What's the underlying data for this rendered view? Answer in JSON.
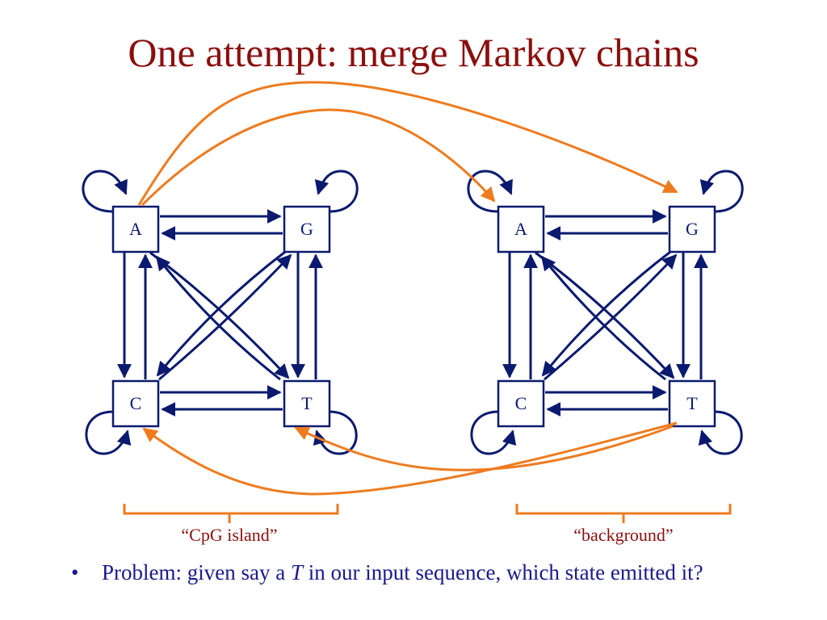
{
  "slide": {
    "title": "One attempt: merge Markov chains"
  },
  "chains": [
    {
      "label": "“CpG island”",
      "nodes": {
        "a": "A",
        "g": "G",
        "c": "C",
        "t": "T"
      }
    },
    {
      "label": "“background”",
      "nodes": {
        "a": "A",
        "g": "G",
        "c": "C",
        "t": "T"
      }
    }
  ],
  "bullets": [
    {
      "marker": "•",
      "before": "Problem: given say a ",
      "emphasis": "T",
      "after": " in our input sequence, which state emitted it?"
    }
  ],
  "colors": {
    "title": "#8b0f0f",
    "node_border": "#0b1a6e",
    "cross_chain_arrows": "#ee7b1f",
    "bullet_text": "#1a1a8c"
  }
}
